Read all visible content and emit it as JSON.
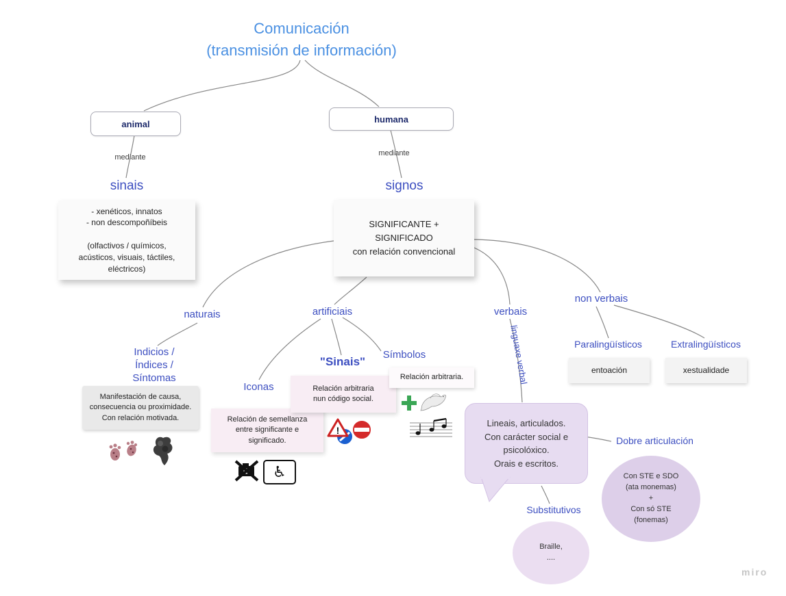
{
  "title": "Comunicación\n(transmisión de información)",
  "animal": {
    "label": "animal",
    "mediante": "mediante",
    "term": "sinais",
    "note": "- xenéticos, innatos\n- non descompoñíbeis\n\n(olfactivos / químicos,\nacústicos, visuais, táctiles,\neléctricos)"
  },
  "humana": {
    "label": "humana",
    "mediante": "mediante",
    "term": "signos",
    "note": "SIGNIFICANTE +\nSIGNIFICADO\ncon relación convencional"
  },
  "naturais": {
    "label": "naturais",
    "sub": "Indicios /\nÍndices /\nSíntomas",
    "note": "Manifestación de causa,\nconsecuencia ou proximidade.\nCon relación motivada.",
    "icons": [
      "footprints-icon",
      "smoke-icon"
    ]
  },
  "artificiais": {
    "label": "artificiais",
    "iconas": {
      "label": "Iconas",
      "note": "Relación de semellanza\nentre significante e\nsignificado.",
      "icons": [
        "prohibited-sign-icon",
        "wheelchair-icon"
      ]
    },
    "sinais": {
      "label": "\"Sinais\"",
      "note": "Relación arbitraria\nnun código social.",
      "icons": [
        "traffic-signs-icon"
      ]
    },
    "simbolos": {
      "label": "Símbolos",
      "note": "Relación arbitraria.",
      "icons": [
        "green-cross-icon",
        "dove-icon",
        "music-staff-icon"
      ]
    }
  },
  "verbais": {
    "label": "verbais",
    "axis": "linguaxe verbal",
    "bubble": "Lineais, articulados.\nCon carácter social e\npsicolóxico.\nOrais e escritos.",
    "substitutivos": {
      "label": "Substitutivos",
      "note": "Braille,\n...."
    },
    "dobre": {
      "label": "Dobre articulación",
      "note": "Con STE e SDO\n(ata monemas)\n+\nCon só STE\n(fonemas)"
    }
  },
  "non_verbais": {
    "label": "non verbais",
    "para": {
      "label": "Paralingüísticos",
      "note": "entoación"
    },
    "extra": {
      "label": "Extralingüísticos",
      "note": "xestualidade"
    }
  },
  "watermark": "miro",
  "colors": {
    "title_blue": "#4a90e2",
    "node_indigo": "#3c4ec0",
    "box_text_navy": "#1d2a6b",
    "sticky_pink": "#f8edf4",
    "bubble_purple": "#e7dcf1",
    "circle_purple": "#ddcfe9"
  }
}
